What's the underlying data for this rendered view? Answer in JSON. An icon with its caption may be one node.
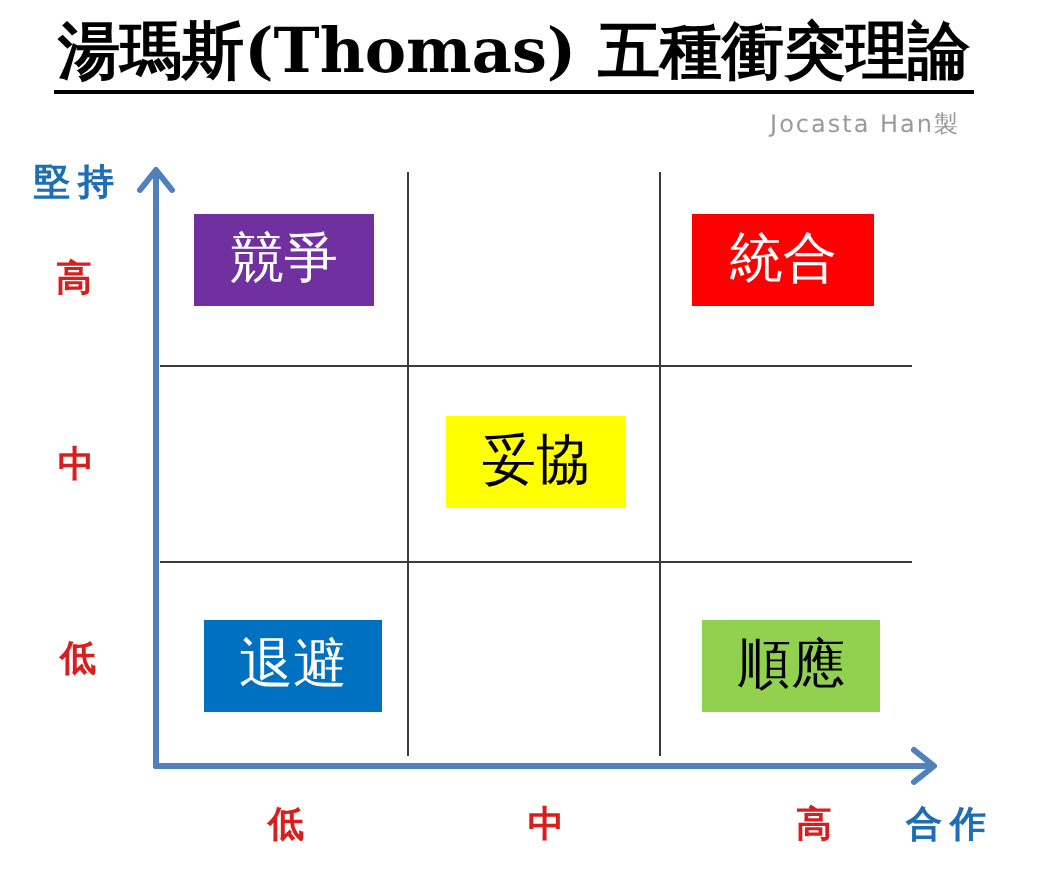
{
  "diagram": {
    "title": "湯瑪斯(Thomas) 五種衝突理論",
    "nodes": [
      {
        "text": [
          "競爭"
        ]
      },
      {
        "text": [
          "統合"
        ]
      },
      {
        "text": [
          "妥協"
        ]
      },
      {
        "text": [
          "退避"
        ]
      },
      {
        "text": [
          "順應"
        ]
      }
    ],
    "labels": [
      "Jocasta Han製",
      "堅持",
      "高",
      "中",
      "低",
      "低",
      "中",
      "高",
      "合作"
    ]
  }
}
